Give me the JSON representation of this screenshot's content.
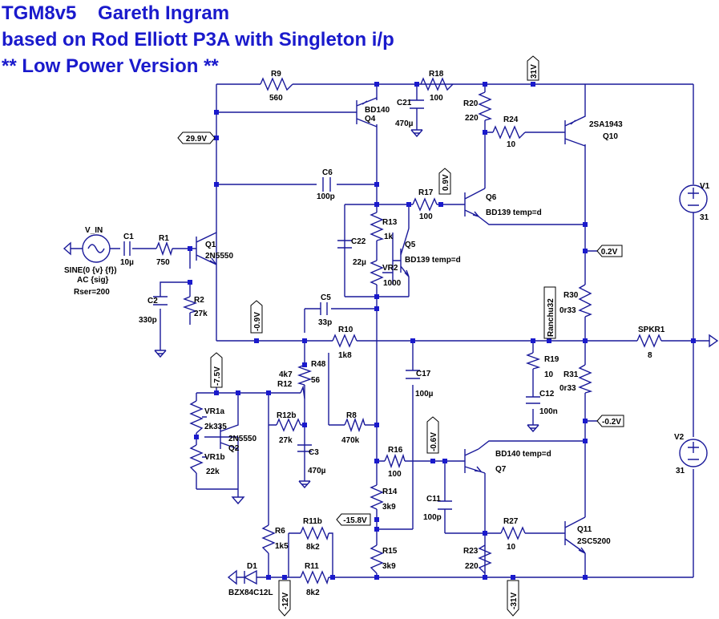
{
  "title": {
    "line1": "TGM8v5    Gareth Ingram",
    "line2": "based on Rod Elliott P3A with Singleton i/p",
    "line3": "** Low Power Version **"
  },
  "components": {
    "r9": {
      "ref": "R9",
      "value": "560"
    },
    "r18": {
      "ref": "R18",
      "value": "100"
    },
    "q4": {
      "ref": "Q4",
      "model": "BD140"
    },
    "c21": {
      "ref": "C21",
      "value": "470µ"
    },
    "r20": {
      "ref": "R20",
      "value": "220"
    },
    "r24": {
      "ref": "R24",
      "value": "10"
    },
    "q10": {
      "ref": "Q10",
      "model": "2SA1943"
    },
    "c6": {
      "ref": "C6",
      "value": "100p"
    },
    "r17": {
      "ref": "R17",
      "value": "100"
    },
    "q6": {
      "ref": "Q6",
      "model": "BD139 temp=d"
    },
    "v1": {
      "ref": "V1",
      "value": "31"
    },
    "vin": {
      "ref": "V_IN",
      "l1": "SINE(0 {v} {f})",
      "l2": "AC {sig}",
      "l3": "Rser=200"
    },
    "c1": {
      "ref": "C1",
      "value": "10µ"
    },
    "r1": {
      "ref": "R1",
      "value": "750"
    },
    "q1": {
      "ref": "Q1",
      "model": "2N5550"
    },
    "r13": {
      "ref": "R13",
      "value": "1k"
    },
    "c22": {
      "ref": "C22",
      "value": "22µ"
    },
    "q5": {
      "ref": "Q5",
      "model": "BD139 temp=d"
    },
    "vr2": {
      "ref": "VR2",
      "value": "1000"
    },
    "c2": {
      "ref": "C2",
      "value": "330p"
    },
    "r2": {
      "ref": "R2",
      "value": "27k"
    },
    "c5": {
      "ref": "C5",
      "value": "33p"
    },
    "r30": {
      "ref": "R30",
      "value": "0r33"
    },
    "r10": {
      "ref": "R10",
      "value": "1k8"
    },
    "spkr1": {
      "ref": "SPKR1",
      "value": "8"
    },
    "r19": {
      "ref": "R19",
      "value": "10"
    },
    "r48": {
      "ref": "R48",
      "value": "56"
    },
    "r12": {
      "ref": "R12",
      "value": "4k7"
    },
    "c17": {
      "ref": "C17",
      "value": "100µ"
    },
    "r31": {
      "ref": "R31",
      "value": "0r33"
    },
    "c12": {
      "ref": "C12",
      "value": "100n"
    },
    "vr1a": {
      "ref": "VR1a",
      "value": "2k335"
    },
    "q2": {
      "ref": "Q2",
      "model": "2N5550"
    },
    "r12b": {
      "ref": "R12b",
      "value": "27k"
    },
    "r8": {
      "ref": "R8",
      "value": "470k"
    },
    "vr1b": {
      "ref": "VR1b",
      "value": "22k"
    },
    "c3": {
      "ref": "C3",
      "value": "470µ"
    },
    "r16": {
      "ref": "R16",
      "value": "100"
    },
    "q7": {
      "ref": "Q7",
      "model": "BD140 temp=d"
    },
    "v2": {
      "ref": "V2",
      "value": "31"
    },
    "r14": {
      "ref": "R14",
      "value": "3k9"
    },
    "c11": {
      "ref": "C11",
      "value": "100p"
    },
    "r6": {
      "ref": "R6",
      "value": "1k5"
    },
    "r11b": {
      "ref": "R11b",
      "value": "8k2"
    },
    "r27": {
      "ref": "R27",
      "value": "10"
    },
    "q11": {
      "ref": "Q11",
      "model": "2SC5200"
    },
    "r15": {
      "ref": "R15",
      "value": "3k9"
    },
    "r23": {
      "ref": "R23",
      "value": "220"
    },
    "d1": {
      "ref": "D1",
      "model": "BZX84C12L"
    },
    "r11": {
      "ref": "R11",
      "value": "8k2"
    }
  },
  "labels": {
    "v_29_9": "29.9V",
    "v_31": "31V",
    "v_0_9": "0.9V",
    "v_0_2": "0.2V",
    "v_m0_9": "-0.9V",
    "ranchu": "Ranchu32",
    "v_m7_5": "-7.5V",
    "v_m0_2": "-0.2V",
    "v_m0_6": "-0.6V",
    "v_m15_8": "-15.8V",
    "v_m12": "-12V",
    "v_m31": "-31V"
  },
  "colors": {
    "wire": "#1a1a9a",
    "title": "#1a1acc",
    "junction": "#1a1acc"
  }
}
